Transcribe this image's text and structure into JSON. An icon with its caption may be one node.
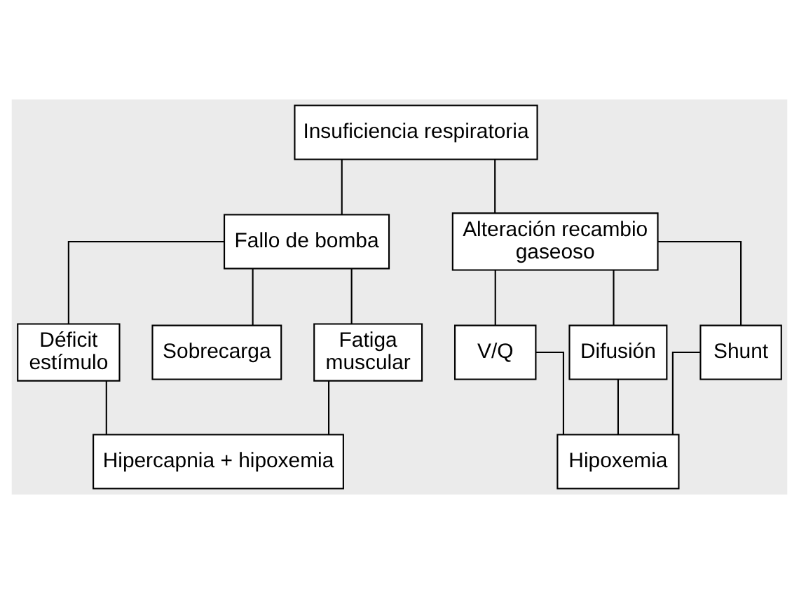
{
  "diagram": {
    "nodes": [
      {
        "text": [
          "Insuficiencia respiratoria"
        ]
      },
      {
        "text": [
          "Fallo de bomba"
        ]
      },
      {
        "text": [
          "Alteración recambio gaseoso"
        ]
      },
      {
        "text": [
          "Déficit estímulo"
        ]
      },
      {
        "text": [
          "Sobrecarga"
        ]
      },
      {
        "text": [
          "Fatiga muscular"
        ]
      },
      {
        "text": [
          "V/Q"
        ]
      },
      {
        "text": [
          "Difusión"
        ]
      },
      {
        "text": [
          "Shunt"
        ]
      },
      {
        "text": [
          "Hipercapnia + hipoxemia"
        ]
      },
      {
        "text": [
          "Hipoxemia"
        ]
      }
    ],
    "edges": [
      {
        "from": 0,
        "to": 1,
        "arrow": "none"
      },
      {
        "from": 0,
        "to": 2,
        "arrow": "none"
      },
      {
        "from": 1,
        "to": 3,
        "arrow": "none"
      },
      {
        "from": 1,
        "to": 4,
        "arrow": "none"
      },
      {
        "from": 1,
        "to": 5,
        "arrow": "none"
      },
      {
        "from": 2,
        "to": 6,
        "arrow": "none"
      },
      {
        "from": 2,
        "to": 7,
        "arrow": "none"
      },
      {
        "from": 2,
        "to": 8,
        "arrow": "none"
      },
      {
        "from": 3,
        "to": 9,
        "arrow": "none"
      },
      {
        "from": 5,
        "to": 9,
        "arrow": "none"
      },
      {
        "from": 6,
        "to": 10,
        "arrow": "none"
      },
      {
        "from": 7,
        "to": 10,
        "arrow": "none"
      },
      {
        "from": 8,
        "to": 10,
        "arrow": "none"
      }
    ]
  }
}
